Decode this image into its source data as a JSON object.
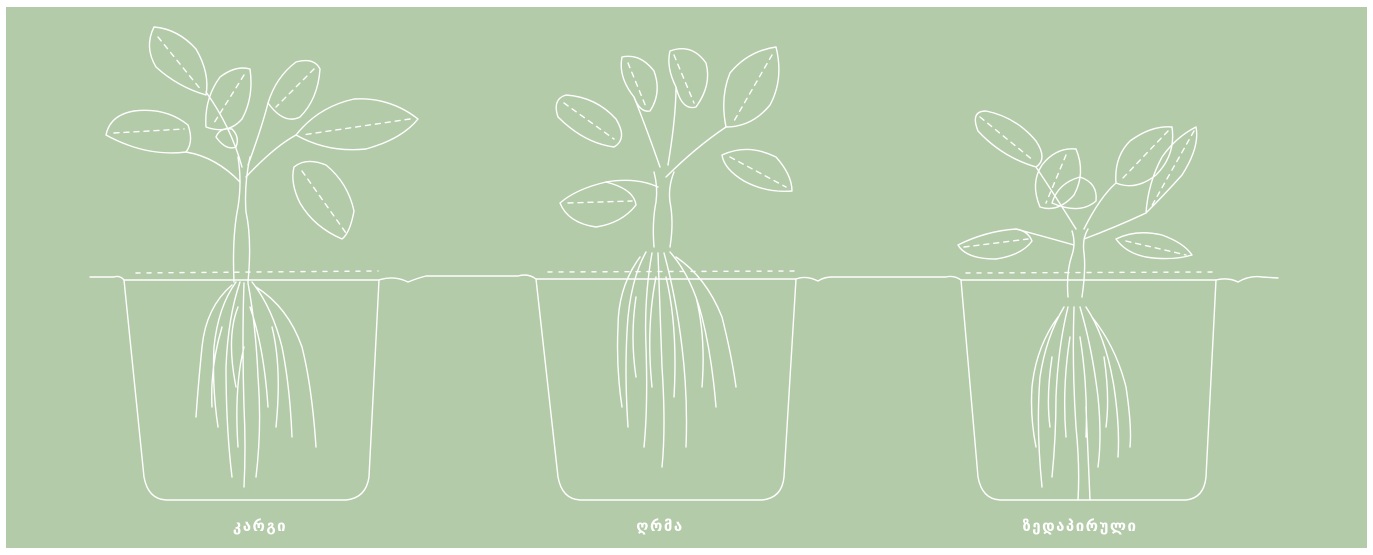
{
  "figure": {
    "background_color": "#b3cba8",
    "line_color": "#ffffff",
    "panels": [
      {
        "label": "კარგი",
        "planting_depth": "good"
      },
      {
        "label": "ღრმა",
        "planting_depth": "deep"
      },
      {
        "label": "ზედაპირული",
        "planting_depth": "shallow"
      }
    ]
  }
}
